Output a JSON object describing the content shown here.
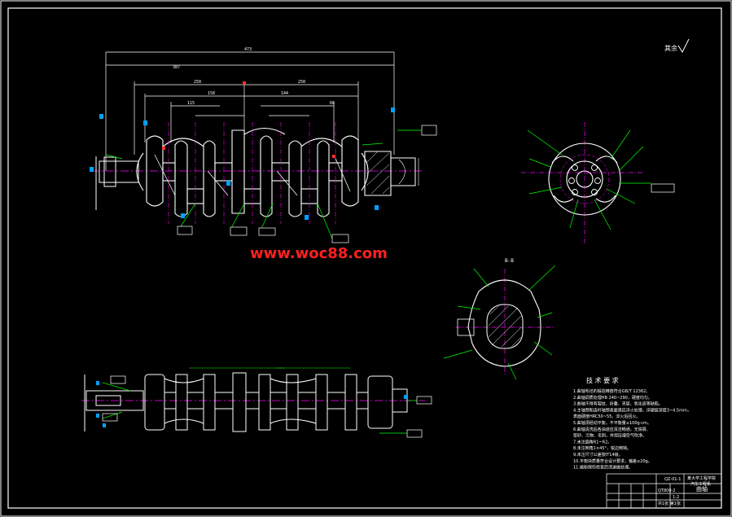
{
  "watermark": "www.woc88.com",
  "roughness_note": "其余",
  "dimensions": {
    "overall_length": "473",
    "span_upper": "387",
    "span_mid": "250",
    "span_right": "250",
    "span_a": "158",
    "span_b": "144",
    "span_c": "115",
    "span_d": "66"
  },
  "section_label": "B-B",
  "notes": {
    "title": "技 术 要 求",
    "items": [
      "1.曲轴毛坯的锻造精度符合GB/T 12362。",
      "2.曲轴调质处理HB 240~290，硬度均匀。",
      "3.曲轴不得有裂纹、折叠、夹层、氧化皮等缺陷。",
      "4.主轴颈和连杆轴颈表面感应淬火处理，淬硬层深度3~4.5mm，",
      "   表面硬度HRC50~55，淬火后回火。",
      "5.曲轴须经动平衡，不平衡量≤100g·cm。",
      "6.曲轴清洗后各油道应清洁畅通，无铁屑、",
      "   型砂、污物、毛刺，并用压缩空气吹净。",
      "7.未注圆角R1~R2。",
      "8.未注倒角1×45°，锐边倒钝。",
      "9.未注尺寸公差按IT14级。",
      "10.平衡块质量符合设计要求，偏差≤20g。",
      "11.磁粉探伤检查后须退磁处理。"
    ]
  },
  "title_block": {
    "drawing_no": "QZ-01-1",
    "school": "某大学工程学院",
    "department": "汽车工程系",
    "part_name": "曲轴",
    "material": "QT800-2",
    "scale": "1:2",
    "sheet": "共1张 第1张"
  }
}
